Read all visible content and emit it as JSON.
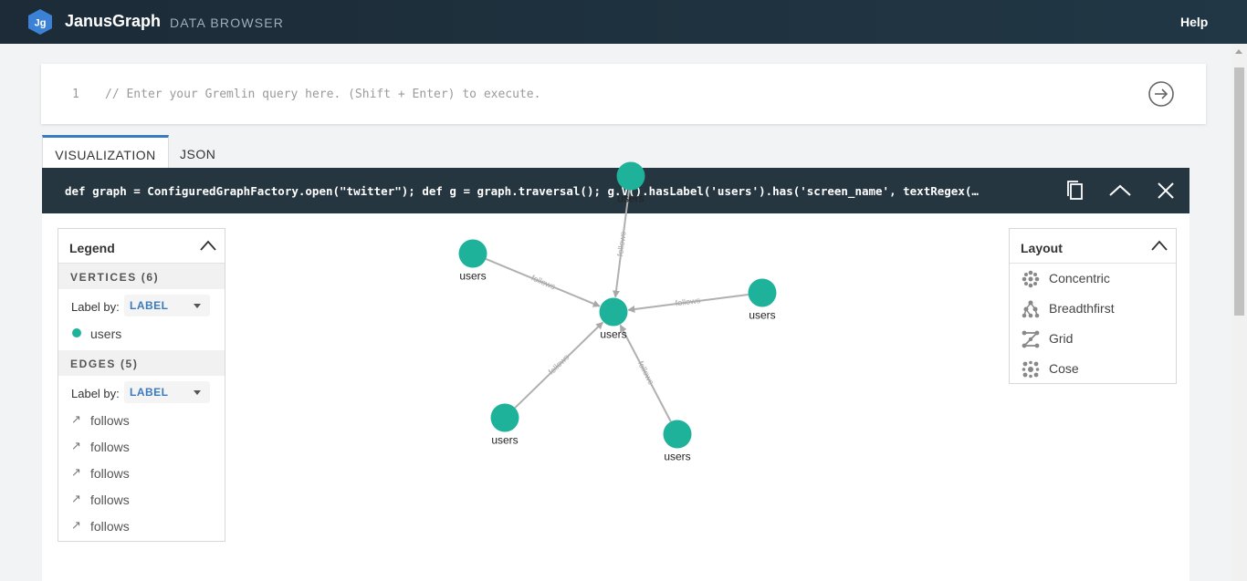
{
  "header": {
    "logo_text": "Jg",
    "brand": "JanusGraph",
    "subtitle": "DATA BROWSER",
    "help_label": "Help"
  },
  "query_editor": {
    "line_number": "1",
    "placeholder": "// Enter your Gremlin query here. (Shift + Enter) to execute.",
    "value": ""
  },
  "tabs": [
    {
      "label": "VISUALIZATION",
      "active": true
    },
    {
      "label": "JSON",
      "active": false
    }
  ],
  "result_bar": {
    "query": "def graph = ConfiguredGraphFactory.open(\"twitter\"); def g = graph.traversal(); g.V().hasLabel('users').has('screen_name', textRegex(…"
  },
  "legend": {
    "title": "Legend",
    "vertices_header": "VERTICES (6)",
    "edges_header": "EDGES (5)",
    "label_by_text": "Label by:",
    "vertex_label_by_value": "LABEL",
    "edge_label_by_value": "LABEL",
    "vertex_items": [
      {
        "label": "users",
        "color": "#1fb29b"
      }
    ],
    "edge_items": [
      "follows",
      "follows",
      "follows",
      "follows",
      "follows"
    ]
  },
  "layout_panel": {
    "title": "Layout",
    "options": [
      "Concentric",
      "Breadthfirst",
      "Grid",
      "Cose"
    ]
  },
  "graph": {
    "node_color": "#1fb29b",
    "edge_color": "#b0b0b0",
    "nodes": [
      {
        "id": "center",
        "label": "users"
      },
      {
        "id": "top",
        "label": "users"
      },
      {
        "id": "left",
        "label": "users"
      },
      {
        "id": "right",
        "label": "users"
      },
      {
        "id": "bottom-left",
        "label": "users"
      },
      {
        "id": "bottom-right",
        "label": "users"
      }
    ],
    "edges": [
      {
        "source": "top",
        "target": "center",
        "label": "follows"
      },
      {
        "source": "left",
        "target": "center",
        "label": "follows"
      },
      {
        "source": "right",
        "target": "center",
        "label": "follows"
      },
      {
        "source": "bottom-left",
        "target": "center",
        "label": "follows"
      },
      {
        "source": "bottom-right",
        "target": "center",
        "label": "follows"
      }
    ]
  }
}
